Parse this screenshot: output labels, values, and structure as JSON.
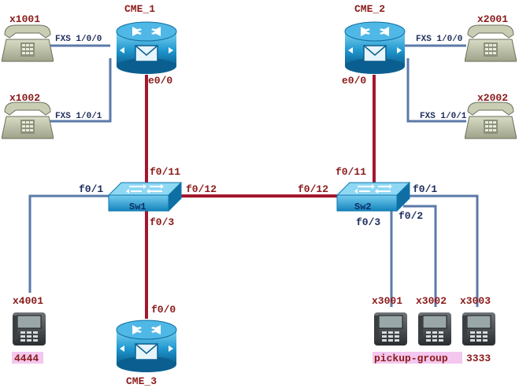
{
  "routers": {
    "cme1": {
      "name": "CME_1",
      "port": "e0/0"
    },
    "cme2": {
      "name": "CME_2",
      "port": "e0/0"
    },
    "cme3": {
      "name": "CME_3",
      "port": "f0/0"
    }
  },
  "switches": {
    "sw1": {
      "name": "Sw1",
      "ports": {
        "up": "f0/11",
        "left": "f0/1",
        "right": "f0/12",
        "down": "f0/3"
      }
    },
    "sw2": {
      "name": "Sw2",
      "ports": {
        "up": "f0/11",
        "left": "f0/12",
        "right": "f0/1",
        "down1": "f0/3",
        "down2": "f0/2"
      }
    }
  },
  "analog_phones": {
    "x1001": {
      "ext": "x1001",
      "fxs": "FXS 1/0/0"
    },
    "x1002": {
      "ext": "x1002",
      "fxs": "FXS 1/0/1"
    },
    "x2001": {
      "ext": "x2001",
      "fxs": "FXS 1/0/0"
    },
    "x2002": {
      "ext": "x2002",
      "fxs": "FXS 1/0/1"
    }
  },
  "ip_phones": {
    "x4001": {
      "ext": "x4001",
      "number": "4444"
    },
    "x3001": {
      "ext": "x3001"
    },
    "x3002": {
      "ext": "x3002"
    },
    "x3003": {
      "ext": "x3003"
    }
  },
  "annotations": {
    "pickup_group": "pickup-group",
    "number_3333": "3333"
  },
  "colors": {
    "trunk": "#a3172e",
    "access": "#5b7aa8",
    "device_blue": "#1a8fc7",
    "highlight": "#f3c7ee"
  }
}
